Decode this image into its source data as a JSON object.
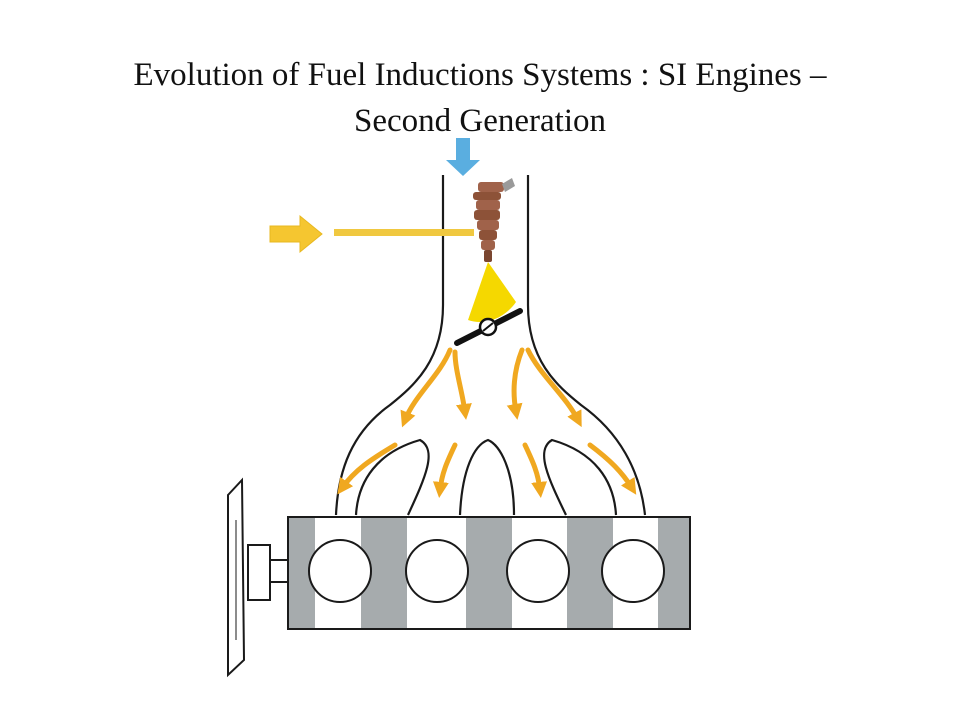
{
  "slide": {
    "title_line1": "Evolution of Fuel Inductions Systems : SI Engines –",
    "title_line2": "Second Generation"
  },
  "diagram": {
    "air_arrow_icon": "air-inlet-arrow",
    "fuel_arrow_icon": "fuel-feed-arrow",
    "injector_icon": "fuel-injector",
    "throttle_icon": "throttle-valve",
    "cylinder_count": 4,
    "colors": {
      "air_arrow": "#5aaee0",
      "fuel": "#f2c530",
      "spray": "#f5d800",
      "flow_arrows": "#f0a820",
      "injector": "#9a5a3a",
      "block": "#a6abad",
      "outline": "#1a1a1a"
    }
  }
}
